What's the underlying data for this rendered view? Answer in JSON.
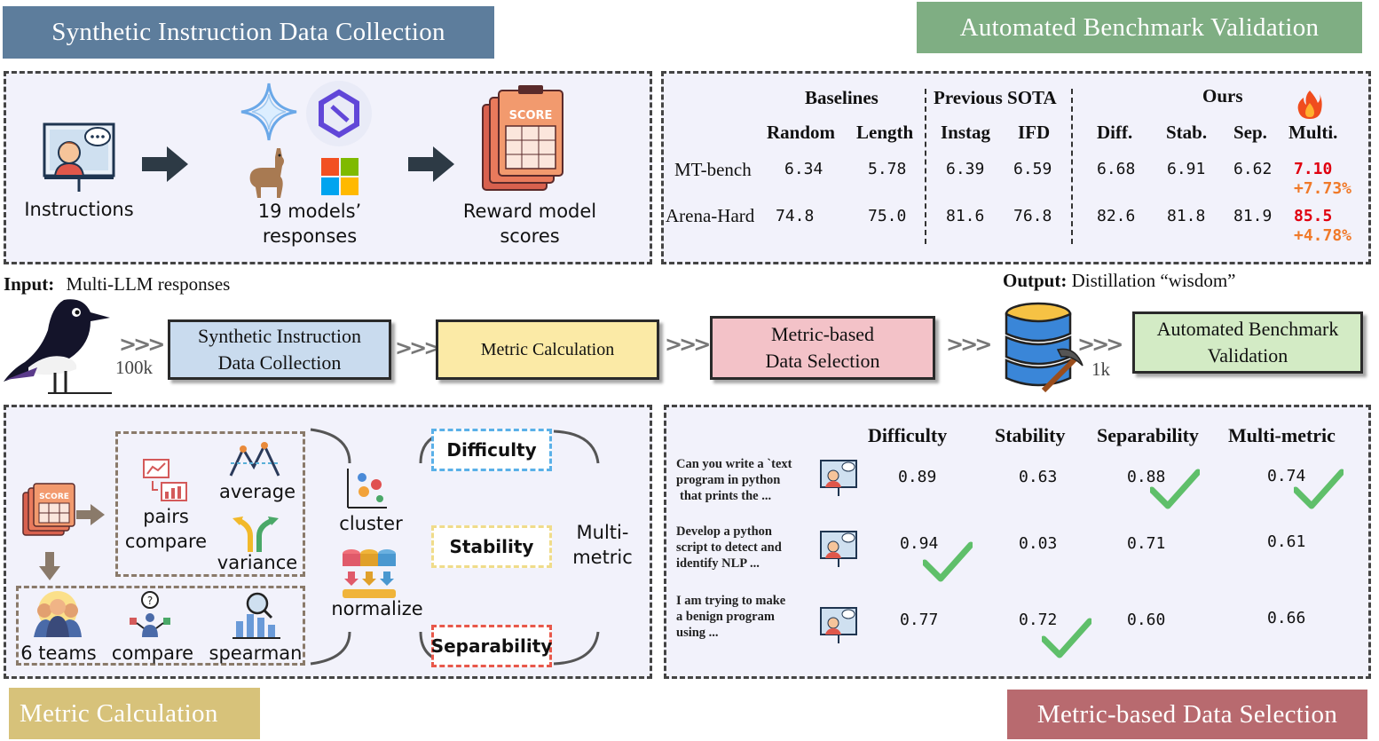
{
  "banners": {
    "synthetic": "Synthetic Instruction Data Collection",
    "benchmark": "Automated Benchmark Validation",
    "metric": "Metric Calculation",
    "selection": "Metric-based Data Selection"
  },
  "colors": {
    "synthetic_banner": "#5d7d9c",
    "benchmark_banner": "#7fae83",
    "metric_banner": "#d7c27a",
    "selection_banner": "#b86a6f",
    "box_blue": "#c9dbee",
    "box_yellow": "#fbeaa6",
    "box_pink": "#f3c2c8",
    "box_green": "#d3ebc5",
    "highlight_red": "#e0000f",
    "highlight_orange": "#f07a2a",
    "check_green": "#5fbf6a"
  },
  "collection": {
    "instructions": "Instructions",
    "models_l1": "19 models’",
    "models_l2": "responses",
    "reward_l1": "Reward model",
    "reward_l2": "scores",
    "score_badge": "SCORE"
  },
  "benchmark_table": {
    "group_baselines": "Baselines",
    "group_prev": "Previous SOTA",
    "group_ours": "Ours",
    "columns": [
      "Random",
      "Length",
      "Instag",
      "IFD",
      "Diff.",
      "Stab.",
      "Sep.",
      "Multi."
    ],
    "rows": [
      {
        "name": "MT-bench",
        "values": [
          "6.34",
          "5.78",
          "6.39",
          "6.59",
          "6.68",
          "6.91",
          "6.62",
          "7.10"
        ],
        "gain": "+7.73%"
      },
      {
        "name": "Arena-Hard",
        "values": [
          "74.8",
          "75.0",
          "81.6",
          "76.8",
          "82.6",
          "81.8",
          "81.9",
          "85.5"
        ],
        "gain": "+4.78%"
      }
    ]
  },
  "flow": {
    "input_label": "Input:",
    "input_text": "Multi-LLM responses",
    "output_label": "Output:",
    "output_text": "Distillation “wisdom”",
    "count_in": "100k",
    "count_out": "1k",
    "box1_l1": "Synthetic Instruction",
    "box1_l2": "Data Collection",
    "box2": "Metric Calculation",
    "box3_l1": "Metric-based",
    "box3_l2": "Data Selection",
    "box4_l1": "Automated Benchmark",
    "box4_l2": "Validation"
  },
  "metric": {
    "pairs": "pairs",
    "compare": "compare",
    "average": "average",
    "variance": "variance",
    "teams": "6 teams",
    "compare2": "compare",
    "spearman": "spearman",
    "cluster": "cluster",
    "normalize": "normalize",
    "difficulty": "Difficulty",
    "stability": "Stability",
    "separability": "Separability",
    "multi_l1": "Multi-",
    "multi_l2": "metric",
    "score_badge": "SCORE"
  },
  "selection": {
    "headers": [
      "Difficulty",
      "Stability",
      "Separability",
      "Multi-metric"
    ],
    "rows": [
      {
        "q1": "Can you write a `text",
        "q2": "program in python",
        "q3": "that prints the ...",
        "values": [
          "0.89",
          "0.63",
          "0.88",
          "0.74"
        ]
      },
      {
        "q1": "Develop a python",
        "q2": "script to detect and",
        "q3": "identify NLP  ...",
        "values": [
          "0.94",
          "0.03",
          "0.71",
          "0.61"
        ]
      },
      {
        "q1": "I am trying to make",
        "q2": "a benign program",
        "q3": "using ...",
        "values": [
          "0.77",
          "0.72",
          "0.60",
          "0.66"
        ]
      }
    ]
  }
}
